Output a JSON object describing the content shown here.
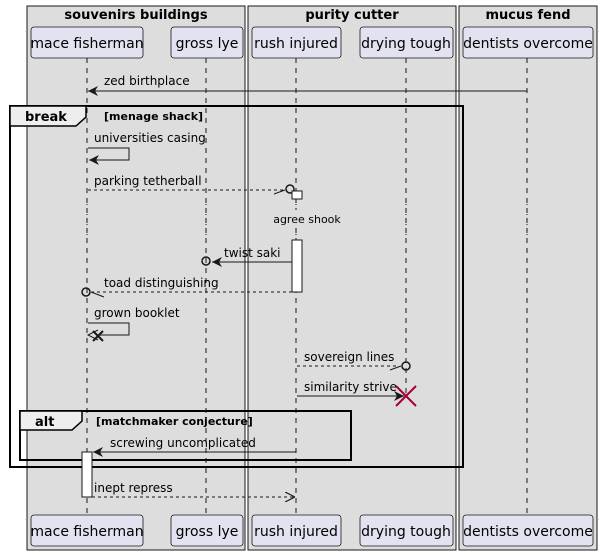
{
  "boxes": [
    {
      "title": "souvenirs buildings"
    },
    {
      "title": "purity cutter"
    },
    {
      "title": "mucus fend"
    }
  ],
  "participants": [
    {
      "label": "mace fisherman"
    },
    {
      "label": "gross lye"
    },
    {
      "label": "rush injured"
    },
    {
      "label": "drying tough"
    },
    {
      "label": "dentists overcome"
    }
  ],
  "messages": [
    {
      "label": "zed birthplace"
    },
    {
      "label": "universities casing"
    },
    {
      "label": "parking tetherball"
    },
    {
      "label": "twist saki"
    },
    {
      "label": "toad distinguishing"
    },
    {
      "label": "grown booklet"
    },
    {
      "label": "sovereign lines"
    },
    {
      "label": "similarity strive"
    },
    {
      "label": "screwing uncomplicated"
    },
    {
      "label": "inept repress"
    }
  ],
  "divider": {
    "label": "agree shook"
  },
  "frames": {
    "break": {
      "keyword": "break",
      "condition": "[menage shack]"
    },
    "alt": {
      "keyword": "alt",
      "condition": "[matchmaker conjecture]"
    }
  },
  "colors": {
    "box_fill": "#dddddd",
    "participant_fill": "#e2e2f0",
    "line": "#181818",
    "destroy": "#a80036"
  }
}
